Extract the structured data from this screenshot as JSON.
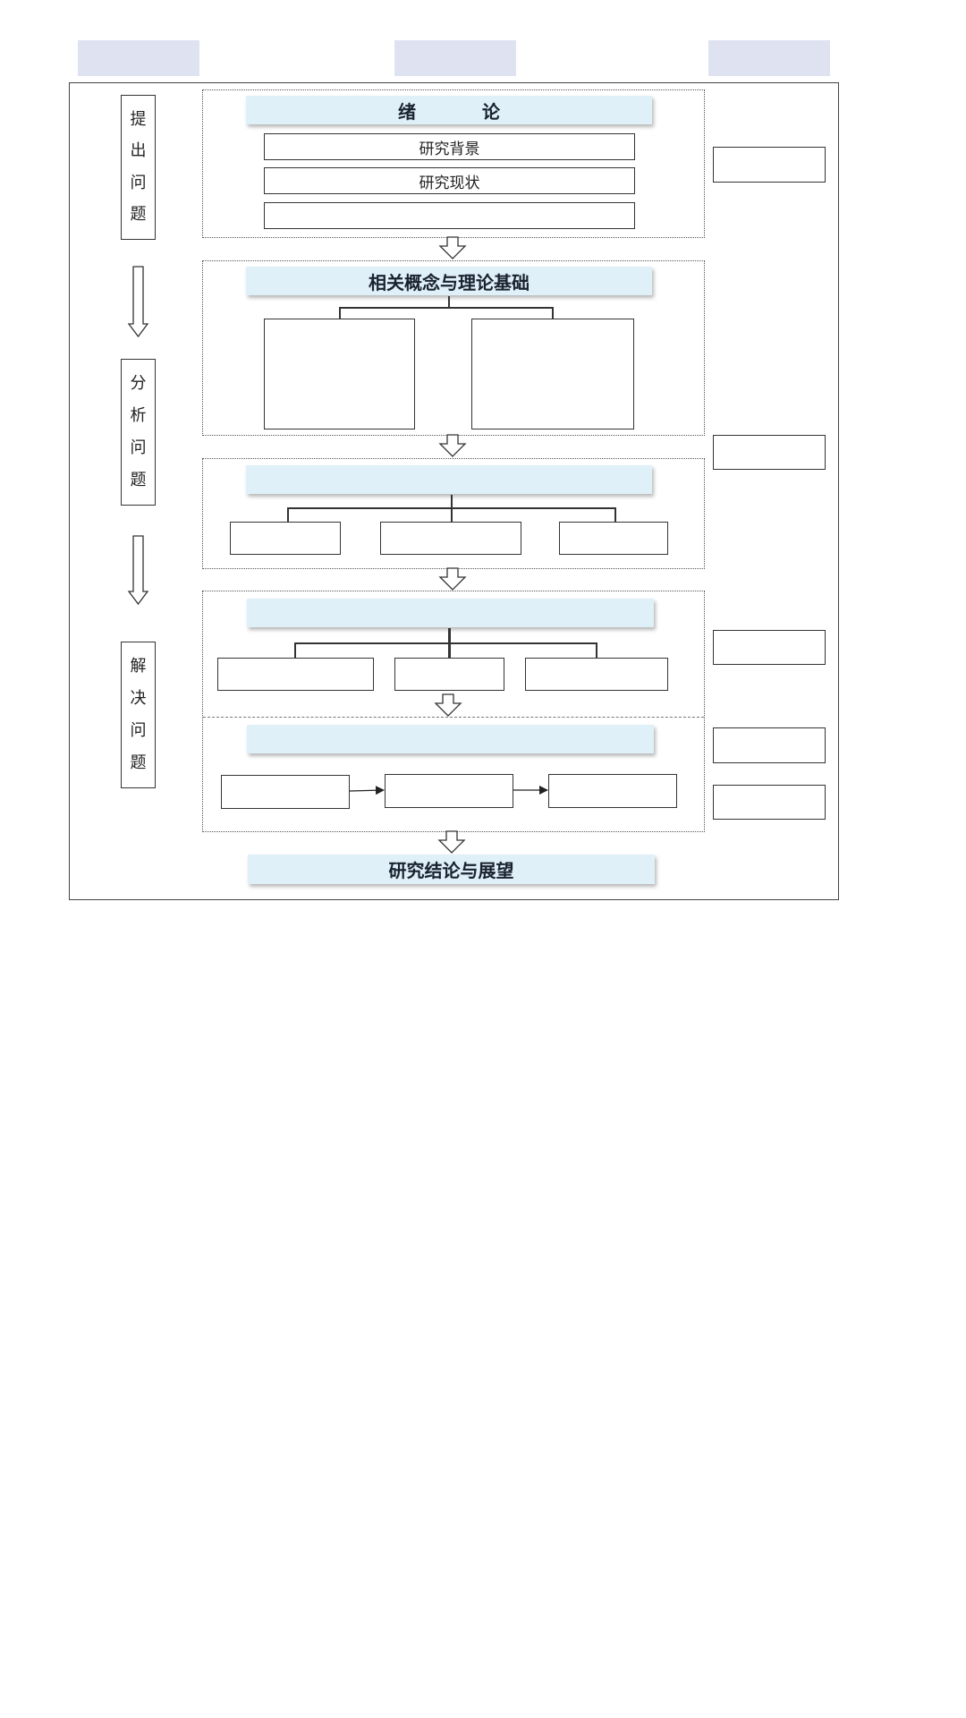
{
  "phases": [
    {
      "chars": [
        "提",
        "出",
        "问",
        "题"
      ]
    },
    {
      "chars": [
        "分",
        "析",
        "问",
        "题"
      ]
    },
    {
      "chars": [
        "解",
        "决",
        "问",
        "题"
      ]
    }
  ],
  "sections": {
    "intro": {
      "title": "绪  论",
      "items": [
        "研究背景",
        "研究现状",
        ""
      ]
    },
    "theory": {
      "title": "相关概念与理论基础",
      "items": [
        "",
        ""
      ]
    },
    "analysis": {
      "title": "",
      "items": [
        "",
        "",
        ""
      ]
    },
    "solution": {
      "title": "",
      "items": [
        "",
        "",
        ""
      ]
    },
    "process": {
      "title": "",
      "items": [
        "",
        "",
        ""
      ]
    },
    "conclusion": {
      "title": "研究结论与展望"
    }
  },
  "side_boxes": [
    "",
    "",
    "",
    "",
    ""
  ],
  "headers": [
    "",
    "",
    ""
  ]
}
